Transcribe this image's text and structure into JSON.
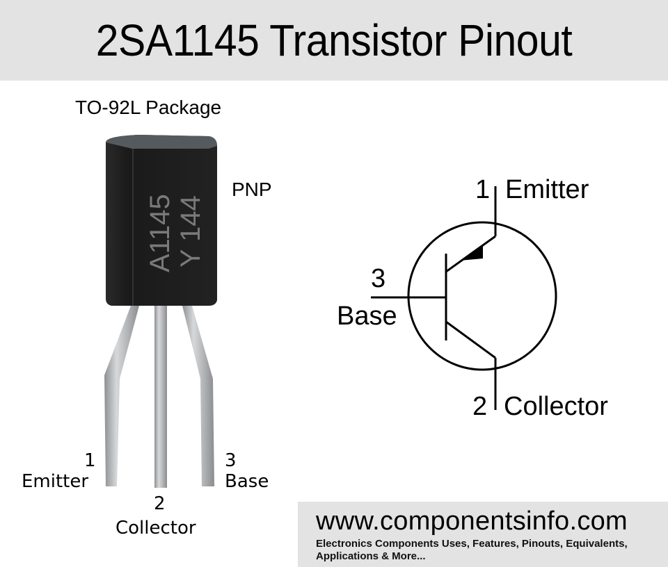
{
  "header": {
    "title": "2SA1145 Transistor Pinout"
  },
  "package": {
    "label": "TO-92L Package",
    "type_label": "PNP",
    "marking_line1": "A1145",
    "marking_line2": "Y 144",
    "pins": [
      {
        "number": "1",
        "name": "Emitter"
      },
      {
        "number": "2",
        "name": "Collector"
      },
      {
        "number": "3",
        "name": "Base"
      }
    ]
  },
  "schematic": {
    "emitter": {
      "number": "1",
      "name": "Emitter"
    },
    "collector": {
      "number": "2",
      "name": "Collector"
    },
    "base": {
      "number": "3",
      "name": "Base"
    }
  },
  "footer": {
    "url": "www.componentsinfo.com",
    "tagline_line1": "Electronics Components Uses, Features, Pinouts, Equivalents,",
    "tagline_line2": "Applications & More..."
  },
  "colors": {
    "banner_bg": "#e2e3e2",
    "body_black": "#1c1c1c",
    "marking_gray": "#7a7a7a",
    "lead_silver": "#b9bbbd"
  }
}
